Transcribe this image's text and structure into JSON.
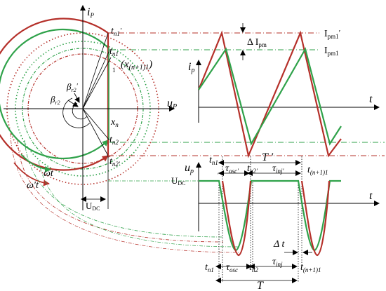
{
  "colors": {
    "red": "#b5302a",
    "green": "#2fa24a",
    "axis": "#000000",
    "guide": "#555555"
  },
  "labels": {
    "ip_top": "i",
    "ip_top_sub": "P",
    "up_axis": "u",
    "up_axis_sub": "P",
    "tn1p": "t",
    "tn1p_sub": "n1",
    "tn1p_prime": "′",
    "tn1_circle": "t",
    "tn1_circle_sub": "n1",
    "x_n1": "(x",
    "x_n1_sub": "(n+1)1",
    "x_n1_close": ")",
    "one": "1",
    "beta_r2p": "β",
    "beta_r2p_sub": "r2",
    "beta_r2p_prime": "′",
    "beta_r2": "β",
    "beta_r2_sub": "r2",
    "xn": "x",
    "xn_sub": "n",
    "tn2_circle": "t",
    "tn2_circle_sub": "n2",
    "tn2p": "t",
    "tn2p_sub": "n2′",
    "omega_t": "ωt",
    "omega_p_t": "ω′t",
    "udc_box": "U",
    "udc_box_sub": "DC",
    "ipm1p": "I",
    "ipm1p_sub": "pm1",
    "ipm1p_prime": "′",
    "delta_ipm": "Δ I",
    "delta_ipm_sub": "pm",
    "ipm1": "I",
    "ipm1_sub": "pm1",
    "ip_right": "i",
    "ip_right_sub": "p",
    "t_axis1": "t",
    "t_axis2": "t",
    "up_right": "u",
    "up_right_sub": "p",
    "udc_right": "U",
    "udc_right_sub": "DC",
    "tn1_mid": "t",
    "tn1_mid_sub": "n1",
    "tick_prime": "′",
    "T_prime": "T ′",
    "tau_osc_p": "τ",
    "tau_osc_p_sub": "osc′",
    "tn2_mid": "t",
    "tn2_mid_sub": "n2′",
    "tau_inj_p": "τ",
    "tau_inj_p_sub": "inj′",
    "t_n11_mid": "t",
    "t_n11_mid_sub": "(n+1)1",
    "delta_t": "Δ t",
    "tn1_bot": "t",
    "tn1_bot_sub": "n1",
    "tau_osc": "τ",
    "tau_osc_sub": "osc",
    "tn2_bot": "t",
    "tn2_bot_sub": "n2",
    "tau_inj": "τ",
    "tau_inj_sub": "inj",
    "t_n11_bot": "t",
    "t_n11_bot_sub": "(n+1)1",
    "T": "T"
  }
}
